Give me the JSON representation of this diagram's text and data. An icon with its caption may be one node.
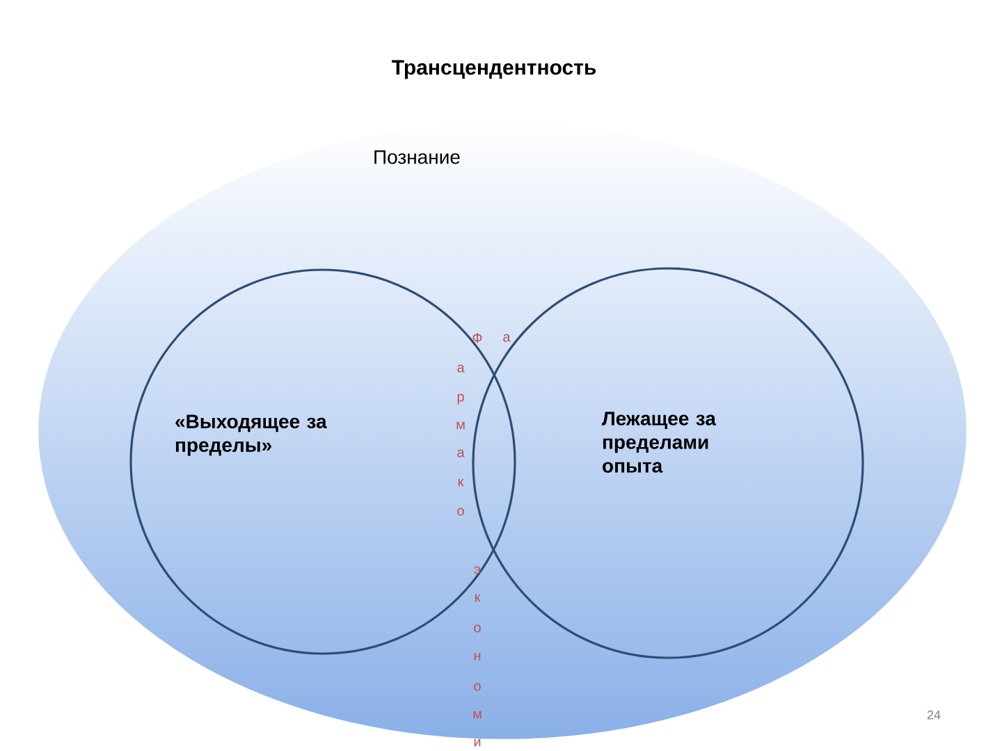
{
  "diagram": {
    "title": "Трансцендентность",
    "nodes": [
      {
        "text": [
          "Познание"
        ]
      },
      {
        "text": [
          "«Выходящее за пределы»"
        ],
        "in": 0
      },
      {
        "text": [
          "Лежащее за пределами опыта"
        ],
        "in": 0
      }
    ],
    "labels": [
      "Ф",
      "а",
      "а",
      "р",
      "м",
      "а",
      "к",
      "о",
      "э",
      "к",
      "о",
      "н",
      "о",
      "м",
      "и",
      "24"
    ]
  }
}
